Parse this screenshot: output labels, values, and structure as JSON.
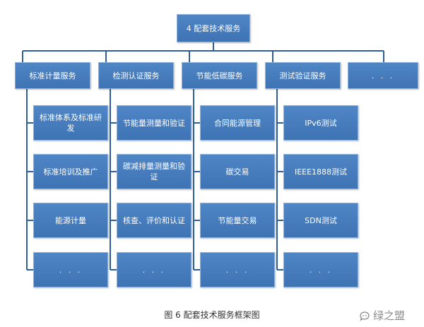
{
  "diagram": {
    "root": "4 配套技术服务",
    "columns": [
      {
        "title": "标准计量服务",
        "items": [
          "标准体系及标准研发",
          "标准培训及推广",
          "能源计量",
          ". . ."
        ]
      },
      {
        "title": "检测认证服务",
        "items": [
          "节能量测量和验证",
          "碳减排量测量和验证",
          "核查、评价和认证",
          ". . ."
        ]
      },
      {
        "title": "节能低碳服务",
        "items": [
          "合同能源管理",
          "碳交易",
          "节能量交易",
          ". . ."
        ]
      },
      {
        "title": "测试验证服务",
        "items": [
          "IPv6测试",
          "IEEE1888测试",
          "SDN测试",
          ". . ."
        ]
      },
      {
        "title": ". . .",
        "items": []
      }
    ]
  },
  "caption": "图 6  配套技术服务框架图",
  "watermark": {
    "text": "绿之盟",
    "icon": "chat-bubble-icon"
  },
  "colors": {
    "box": "#4a7fc1",
    "line": "#2f5f9a",
    "text": "#ffffff"
  }
}
